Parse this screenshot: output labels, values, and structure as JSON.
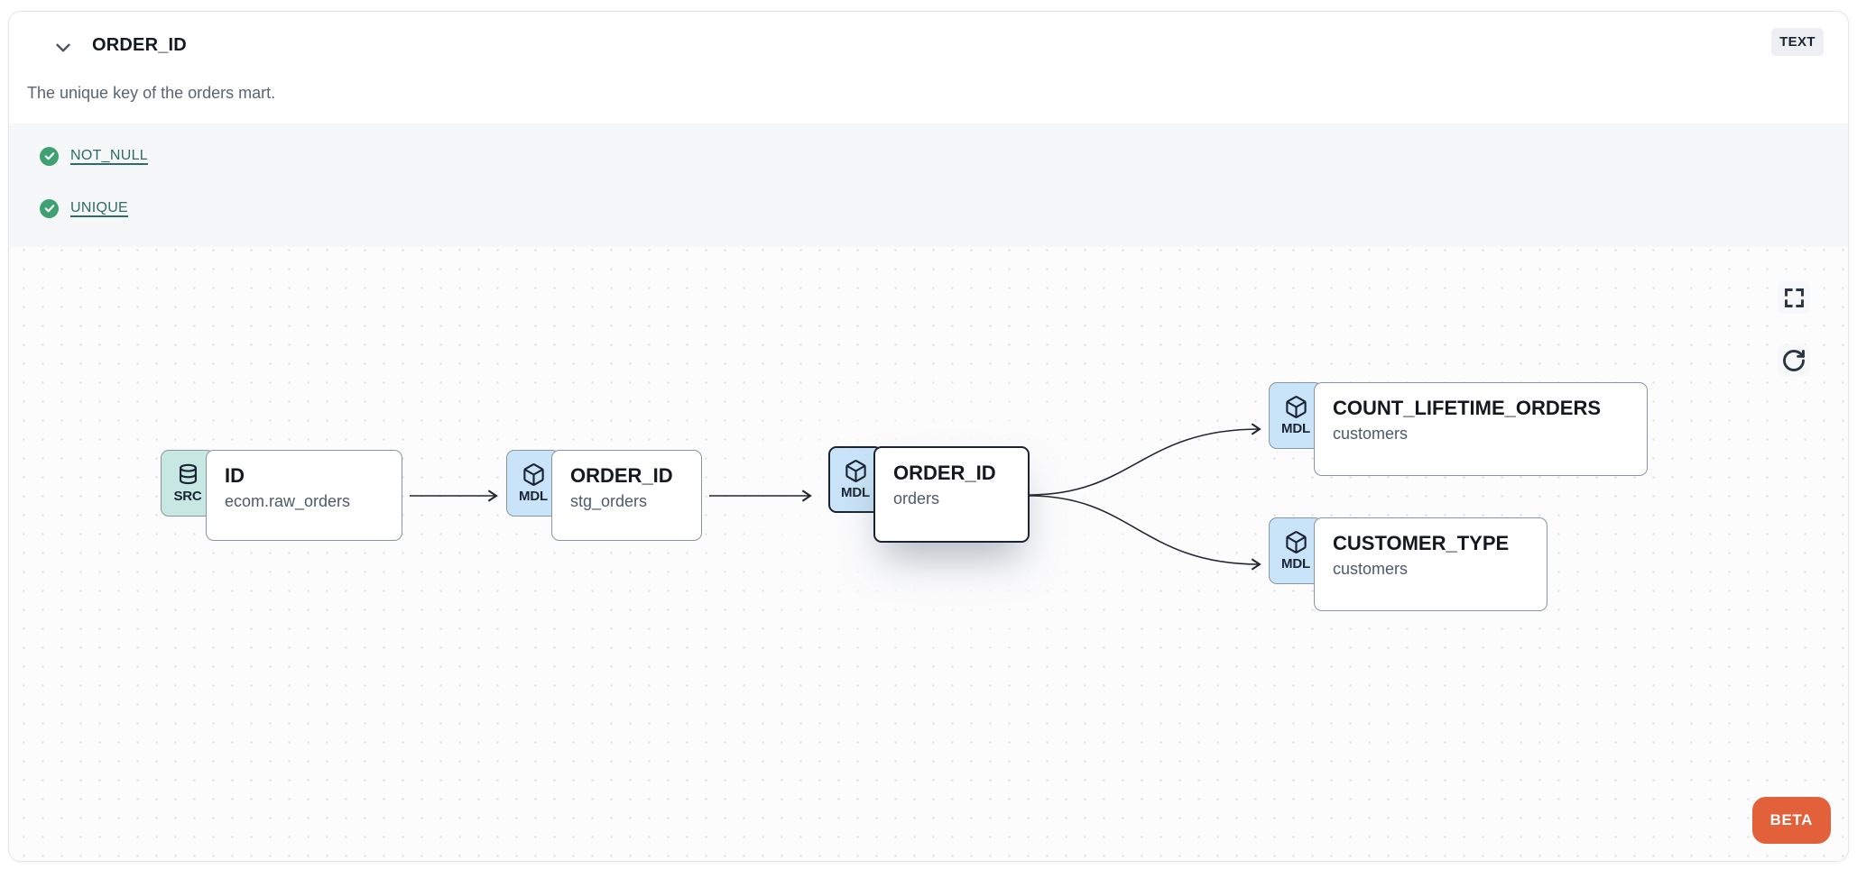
{
  "header": {
    "title": "ORDER_ID",
    "type_badge": "TEXT",
    "description": "The unique key of the orders mart."
  },
  "tests": [
    {
      "label": "NOT_NULL",
      "status": "pass"
    },
    {
      "label": "UNIQUE",
      "status": "pass"
    }
  ],
  "lineage": {
    "nodes": [
      {
        "badge": "SRC",
        "icon": "database-icon",
        "title": "ID",
        "subtitle": "ecom.raw_orders",
        "selected": false
      },
      {
        "badge": "MDL",
        "icon": "cube-icon",
        "title": "ORDER_ID",
        "subtitle": "stg_orders",
        "selected": false
      },
      {
        "badge": "MDL",
        "icon": "cube-icon",
        "title": "ORDER_ID",
        "subtitle": "orders",
        "selected": true
      },
      {
        "badge": "MDL",
        "icon": "cube-icon",
        "title": "COUNT_LIFETIME_ORDERS",
        "subtitle": "customers",
        "selected": false
      },
      {
        "badge": "MDL",
        "icon": "cube-icon",
        "title": "CUSTOMER_TYPE",
        "subtitle": "customers",
        "selected": false
      }
    ],
    "edges": [
      {
        "from": "ID ecom.raw_orders",
        "to": "ORDER_ID stg_orders"
      },
      {
        "from": "ORDER_ID stg_orders",
        "to": "ORDER_ID orders"
      },
      {
        "from": "ORDER_ID orders",
        "to": "COUNT_LIFETIME_ORDERS customers"
      },
      {
        "from": "ORDER_ID orders",
        "to": "CUSTOMER_TYPE customers"
      }
    ],
    "controls": {
      "fullscreen": "fullscreen",
      "refresh": "refresh"
    }
  },
  "beta_label": "BETA",
  "colors": {
    "accent_orange": "#e2613a",
    "test_pass_green": "#3fa171",
    "link_teal": "#2d6b66",
    "src_badge_bg": "#c7e8e2",
    "mdl_badge_bg": "#c9e4f8",
    "node_border": "#8b94a3",
    "selected_border": "#1c2433",
    "tests_strip_bg": "#f6f7f9",
    "canvas_bg": "#fcfcfd"
  }
}
